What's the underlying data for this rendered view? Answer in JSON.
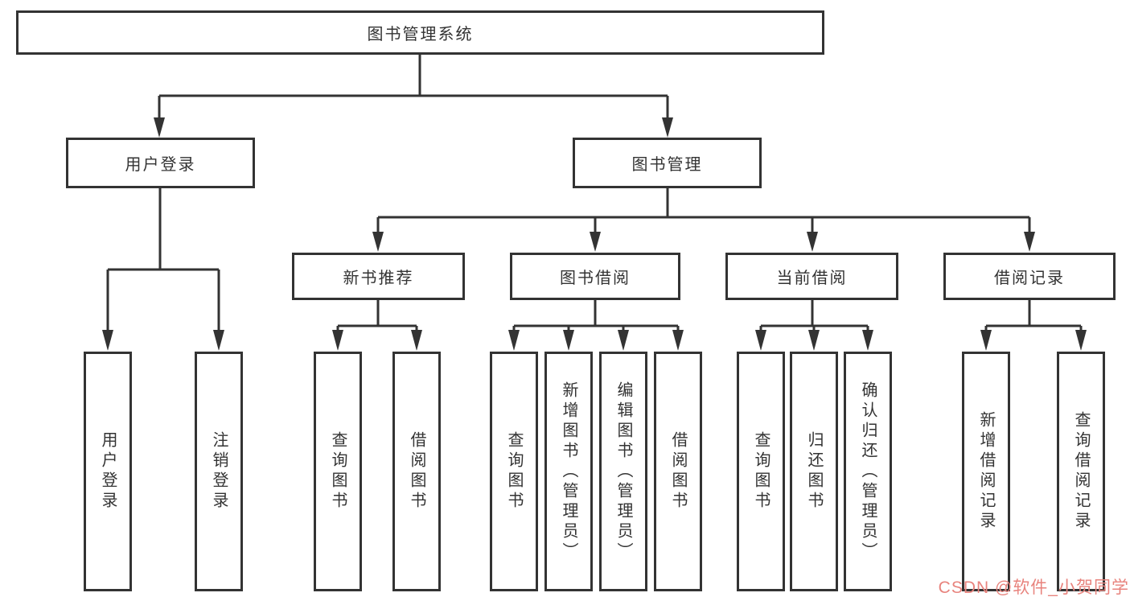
{
  "tree": {
    "label": "图书管理系统",
    "children": [
      {
        "label": "用户登录",
        "children": [
          {
            "label": "用户登录"
          },
          {
            "label": "注销登录"
          }
        ]
      },
      {
        "label": "图书管理",
        "children": [
          {
            "label": "新书推荐",
            "children": [
              {
                "label": "查询图书"
              },
              {
                "label": "借阅图书"
              }
            ]
          },
          {
            "label": "图书借阅",
            "children": [
              {
                "label": "查询图书"
              },
              {
                "label": "新增图书（管理员）"
              },
              {
                "label": "编辑图书（管理员）"
              },
              {
                "label": "借阅图书"
              }
            ]
          },
          {
            "label": "当前借阅",
            "children": [
              {
                "label": "查询图书"
              },
              {
                "label": "归还图书"
              },
              {
                "label": "确认归还（管理员）"
              }
            ]
          },
          {
            "label": "借阅记录",
            "children": [
              {
                "label": "新增借阅记录"
              },
              {
                "label": "查询借阅记录"
              }
            ]
          }
        ]
      }
    ]
  },
  "watermark": {
    "text": "CSDN @软件_小贺同学",
    "color": "#e8837d"
  },
  "colors": {
    "line": "#333333",
    "text": "#333333",
    "background": "#ffffff"
  }
}
